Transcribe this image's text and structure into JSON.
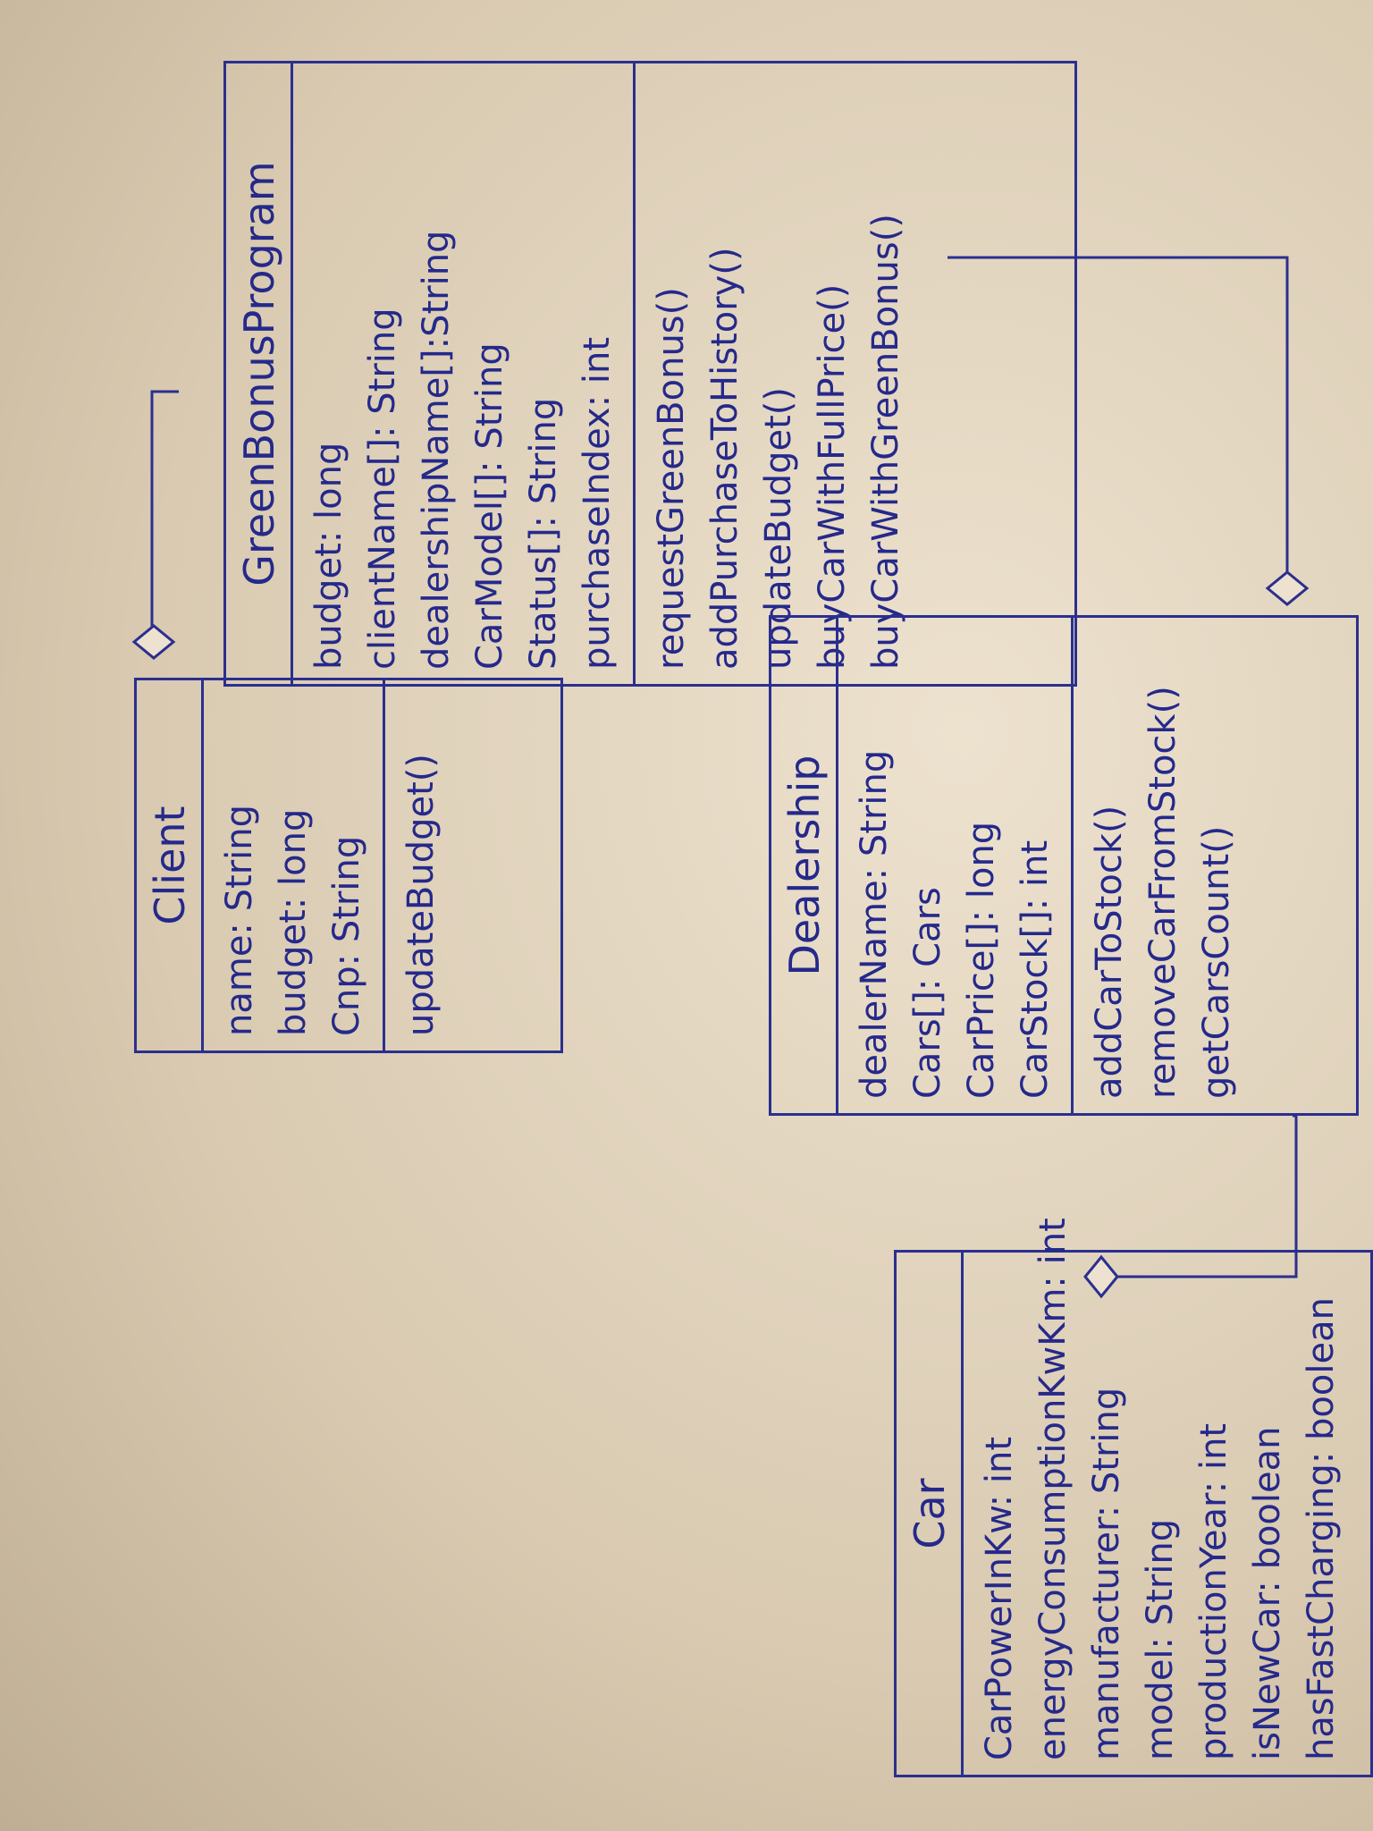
{
  "colors": {
    "ink": "#2b2f8f",
    "paper": "#ede2cf"
  },
  "classes": {
    "green_bonus_program": {
      "name": "GreenBonusProgram",
      "attributes": [
        "budget: long",
        "clientName[]: String",
        "dealershipName[]:String",
        "CarModel[]: String",
        "Status[]: String",
        "purchaseIndex: int"
      ],
      "methods": [
        "requestGreenBonus()",
        "addPurchaseToHistory()",
        "updateBudget()",
        "buyCarWithFullPrice()",
        "buyCarWithGreenBonus()"
      ]
    },
    "dealership": {
      "name": "Dealership",
      "attributes": [
        "dealerName: String",
        "Cars[]: Cars",
        "CarPrice[]: long",
        "CarStock[]: int"
      ],
      "methods": [
        "addCarToStock()",
        "removeCarFromStock()",
        "getCarsCount()"
      ]
    },
    "client": {
      "name": "Client",
      "attributes": [
        "name: String",
        "budget: long",
        "Cnp: String"
      ],
      "methods": [
        "updateBudget()"
      ]
    },
    "car": {
      "name": "Car",
      "attributes": [
        "CarPowerInKw: int",
        "energyConsumptionKwKm: int",
        "manufacturer: String",
        "model: String",
        "productionYear: int",
        "isNewCar: boolean",
        "hasFastCharging: boolean"
      ],
      "methods": []
    }
  }
}
